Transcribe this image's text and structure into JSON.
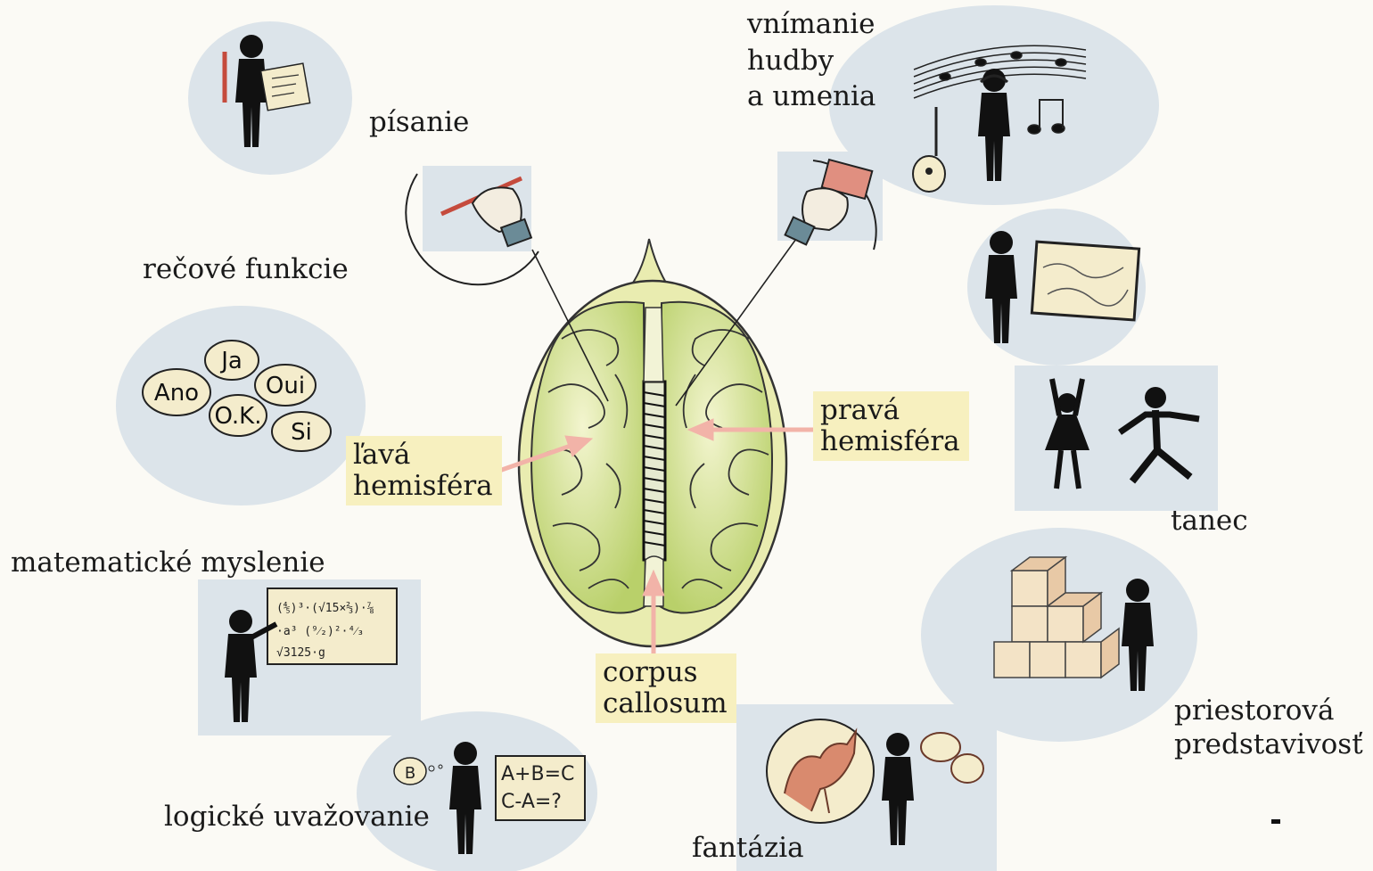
{
  "labels": {
    "pisanie": "písanie",
    "recove": "rečové funkcie",
    "matematicke": "matematické myslenie",
    "logicke": "logické uvažovanie",
    "fantazia": "fantázia",
    "priestorova_1": "priestorová",
    "priestorova_2": "predstavivosť",
    "tanec": "tanec",
    "hudba_1": "vnímanie",
    "hudba_2": "hudby",
    "hudba_3": "a umenia"
  },
  "boxes": {
    "lava_1": "ľavá",
    "lava_2": "hemisféra",
    "prava_1": "pravá",
    "prava_2": "hemisféra",
    "corpus_1": "corpus",
    "corpus_2": "callosum"
  },
  "speech_words": [
    "Ano",
    "Ja",
    "Oui",
    "O.K.",
    "Si"
  ],
  "math_lines": [
    "(⅘)³·(√15×⅔)·⅞",
    "·a³  (⁹⁄₂)²·⁴⁄₃",
    "√3125·g"
  ],
  "logic_lines": [
    "A+B=C",
    "C-A=?"
  ],
  "thought_bubble": "B",
  "colors": {
    "bubble": "#dce4ea",
    "label_box": "#f7f0bf",
    "brain_outer": "#e9ecb0",
    "brain_inner": "#c8dc7a",
    "arrow": "#f2b3a8",
    "figure": "#111111",
    "paper": "#f4eccc"
  }
}
